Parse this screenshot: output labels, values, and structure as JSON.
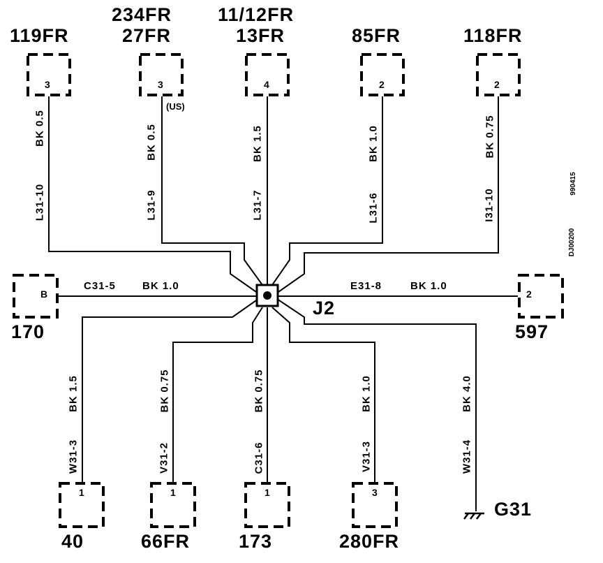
{
  "splice_label": "J2",
  "ground_label": "G31",
  "doc_code": "DJ00200",
  "date_code": "990415",
  "top_connectors": [
    {
      "name_lines": [
        "119FR"
      ],
      "pin": "3",
      "wire_id": "L31-10",
      "wire_spec": "BK 0.5",
      "note": ""
    },
    {
      "name_lines": [
        "234FR",
        "27FR"
      ],
      "pin": "3",
      "wire_id": "L31-9",
      "wire_spec": "BK 0.5",
      "note": "(US)"
    },
    {
      "name_lines": [
        "11/12FR",
        "13FR"
      ],
      "pin": "4",
      "wire_id": "L31-7",
      "wire_spec": "BK 1.5",
      "note": ""
    },
    {
      "name_lines": [
        "85FR"
      ],
      "pin": "2",
      "wire_id": "L31-6",
      "wire_spec": "BK 1.0",
      "note": ""
    },
    {
      "name_lines": [
        "118FR"
      ],
      "pin": "2",
      "wire_id": "I31-10",
      "wire_spec": "BK 0.75",
      "note": ""
    }
  ],
  "left_connector": {
    "name": "170",
    "pin": "B",
    "wire_id": "C31-5",
    "wire_spec": "BK  1.0"
  },
  "right_connector": {
    "name": "597",
    "pin": "2",
    "wire_id": "E31-8",
    "wire_spec": "BK  1.0"
  },
  "bottom_connectors": [
    {
      "name": "40",
      "pin": "1",
      "wire_id": "W31-3",
      "wire_spec": "BK 1.5"
    },
    {
      "name": "66FR",
      "pin": "1",
      "wire_id": "V31-2",
      "wire_spec": "BK 0.75"
    },
    {
      "name": "173",
      "pin": "1",
      "wire_id": "C31-6",
      "wire_spec": "BK 0.75"
    },
    {
      "name": "280FR",
      "pin": "3",
      "wire_id": "V31-3",
      "wire_spec": "BK 1.0"
    }
  ],
  "ground_wire": {
    "wire_id": "W31-4",
    "wire_spec": "BK 4.0"
  }
}
